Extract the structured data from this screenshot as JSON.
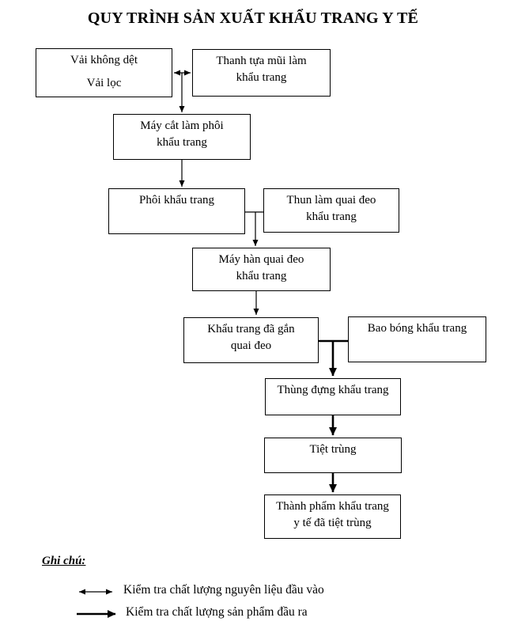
{
  "title": "QUY TRÌNH SẢN XUẤT KHẨU TRANG Y TẾ",
  "nodes": {
    "vai_khong_det": {
      "line1": "Vải không dệt",
      "line2": "Vải lọc"
    },
    "thanh_tua_mui": {
      "line1": "Thanh tựa mũi làm",
      "line2": "khẩu trang"
    },
    "may_cat": {
      "line1": "Máy cắt làm phôi",
      "line2": "khẩu trang"
    },
    "phoi": {
      "line1": "Phôi khẩu trang"
    },
    "thun_quai": {
      "line1": "Thun làm quai đeo",
      "line2": "khẩu trang"
    },
    "may_han": {
      "line1": "Máy hàn quai đeo",
      "line2": "khẩu trang"
    },
    "da_gan_quai": {
      "line1": "Khẩu trang đã gắn",
      "line2": "quai đeo"
    },
    "bao_bong": {
      "line1": "Bao bóng khẩu trang"
    },
    "thung_dung": {
      "line1": "Thùng đựng khẩu trang"
    },
    "tiet_trung": {
      "line1": "Tiệt trùng"
    },
    "thanh_pham": {
      "line1": "Thành phẩm khẩu trang",
      "line2": "y tế đã tiệt trùng"
    }
  },
  "legend": {
    "heading": "Ghi chú:",
    "items": [
      {
        "marker": "double-headed-thin-arrow",
        "label": "Kiểm tra chất lượng nguyên liệu đầu vào"
      },
      {
        "marker": "single-headed-thick-arrow",
        "label": "Kiểm tra chất lượng sản phẩm đầu ra"
      }
    ]
  },
  "colors": {
    "line": "#000000",
    "text": "#000000",
    "background": "#ffffff"
  }
}
